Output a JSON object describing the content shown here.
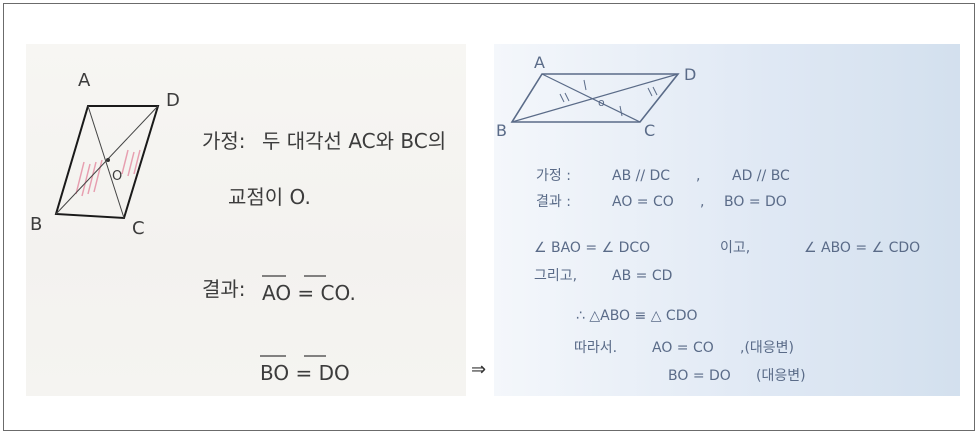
{
  "left": {
    "label_A": "A",
    "label_B": "B",
    "label_C": "C",
    "label_D": "D",
    "label_O": "O",
    "hyp_label": "가정:",
    "hyp_text": "두 대각선 AC와 BC의",
    "hyp_text2": "교점이 O.",
    "concl_label": "결과:",
    "concl_line1": "AO = CO.",
    "concl_line2": "BO = DO"
  },
  "arrow": "⇒",
  "right": {
    "label_A": "A",
    "label_B": "B",
    "label_C": "C",
    "label_D": "D",
    "label_O": "o",
    "hyp_label": "가정 :",
    "hyp_a": "AB // DC",
    "hyp_sep": ",",
    "hyp_b": "AD // BC",
    "concl_label": "결과 :",
    "concl_a": "AO = CO",
    "concl_sep": ",",
    "concl_b": "BO = DO",
    "angle_a": "∠ BAO = ∠ DCO",
    "angle_mid": "이고,",
    "angle_b": "∠ ABO = ∠ CDO",
    "and_label": "그리고,",
    "and_eq": "AB = CD",
    "congruence": "∴ △ABO ≡ △ CDO",
    "therefore_label": "따라서.",
    "therefore_a": "AO = CO",
    "therefore_a_note": ",(대응변)",
    "therefore_b": "BO = DO",
    "therefore_b_note": "(대응변)"
  }
}
